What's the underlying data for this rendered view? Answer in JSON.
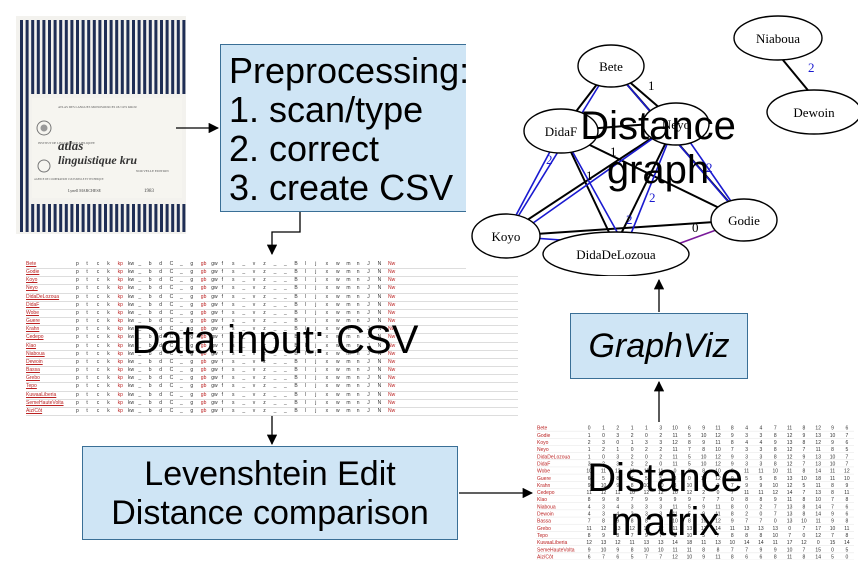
{
  "book_cover": {
    "title_line1": "atlas",
    "title_line2": "linguistique kru",
    "edition": "NOUVELLE EDITION",
    "author": "Lynell MARCHESE",
    "year": "1983",
    "header_text": "ATLAS DES LANGUES MONOSOURCES OU LES KROU",
    "institute_text": "INSTITUT DE LINGUISTIQUE APPLIQUEE",
    "agency_text": "AGENCE DE COOPERATION CULTURELLE ET TECHNIQUE"
  },
  "preprocessing": {
    "title": "Preprocessing:",
    "step1": "1. scan/type",
    "step2": "2. correct",
    "step3": "3. create CSV"
  },
  "data_input": {
    "label": "Data input: CSV"
  },
  "levenshtein": {
    "line1": "Levenshtein Edit",
    "line2": "Distance comparison"
  },
  "distance_matrix": {
    "line1": "Distance",
    "line2": "matrix"
  },
  "graphviz": {
    "label": "GraphViz"
  },
  "distance_graph": {
    "label_line1": "Distance",
    "label_line2": "graph",
    "nodes": [
      "Bete",
      "DidaF",
      "Neyo",
      "Godie",
      "DidaDeLozoua",
      "Koyo",
      "Niaboua",
      "Dewoin"
    ],
    "edge_labels": [
      "1",
      "1",
      "1",
      "2",
      "2",
      "2",
      "0",
      "2",
      "2"
    ]
  },
  "csv_rows": [
    "Bete",
    "Godie",
    "Koyo",
    "Neyo",
    "DidaDeLozoua",
    "DidaF",
    "Wobe",
    "Guere",
    "Krahn",
    "Cedepo",
    "Klao",
    "Niaboua",
    "Dewoin",
    "Bassa",
    "Grebo",
    "Tepo",
    "KuwaaLiberia",
    "SemeHauteVolta",
    "AizíCôt"
  ],
  "csv_cells": [
    "p",
    "t",
    "c",
    "k",
    "kp",
    "kw",
    "_",
    "b",
    "d",
    "C",
    "_",
    "g",
    "gb",
    "gw",
    "f",
    "s",
    "_",
    "v",
    "z",
    "_",
    "_",
    "B",
    "l",
    "j",
    "x",
    "w",
    "m",
    "n",
    "J",
    "N",
    "Nw"
  ],
  "matrix_rows": [
    "Bete",
    "Godie",
    "Koyo",
    "Neyo",
    "DidaDeLozoua",
    "DidaF",
    "Wobe",
    "Guere",
    "Krahn",
    "Cedepo",
    "Klao",
    "Niaboua",
    "Dewoin",
    "Bassa",
    "Grebo",
    "Tepo",
    "KuwaaLiberia",
    "SemeHauteVolta",
    "AizíCôt"
  ],
  "matrix_values": [
    [
      0,
      1,
      2,
      1,
      1,
      3,
      10,
      6,
      9,
      11,
      8,
      4,
      4,
      7,
      11,
      8,
      12,
      9,
      6
    ],
    [
      1,
      0,
      3,
      2,
      0,
      2,
      11,
      5,
      10,
      12,
      9,
      3,
      3,
      8,
      12,
      9,
      13,
      10,
      7
    ],
    [
      2,
      3,
      0,
      1,
      3,
      3,
      12,
      8,
      9,
      11,
      8,
      4,
      4,
      9,
      13,
      8,
      12,
      9,
      6
    ],
    [
      1,
      2,
      1,
      0,
      2,
      2,
      11,
      7,
      8,
      10,
      7,
      3,
      3,
      8,
      12,
      7,
      11,
      8,
      5
    ],
    [
      1,
      0,
      3,
      2,
      0,
      2,
      11,
      5,
      10,
      12,
      9,
      3,
      3,
      8,
      12,
      9,
      13,
      10,
      7
    ],
    [
      3,
      2,
      3,
      2,
      2,
      0,
      11,
      5,
      10,
      12,
      9,
      3,
      3,
      8,
      12,
      7,
      13,
      10,
      7
    ],
    [
      10,
      11,
      12,
      11,
      11,
      11,
      0,
      8,
      8,
      10,
      9,
      11,
      11,
      10,
      11,
      8,
      14,
      11,
      12
    ],
    [
      6,
      5,
      8,
      7,
      5,
      5,
      8,
      0,
      10,
      12,
      9,
      5,
      5,
      8,
      13,
      10,
      18,
      11,
      10
    ],
    [
      9,
      10,
      9,
      8,
      10,
      10,
      8,
      10,
      0,
      2,
      7,
      9,
      9,
      10,
      12,
      5,
      11,
      8,
      9
    ],
    [
      11,
      12,
      11,
      10,
      12,
      12,
      10,
      12,
      2,
      0,
      7,
      11,
      11,
      12,
      14,
      7,
      13,
      8,
      11
    ],
    [
      8,
      9,
      8,
      7,
      9,
      9,
      9,
      9,
      7,
      7,
      0,
      8,
      8,
      9,
      11,
      8,
      10,
      7,
      8
    ],
    [
      4,
      3,
      4,
      3,
      3,
      3,
      11,
      5,
      9,
      11,
      8,
      0,
      2,
      7,
      13,
      8,
      14,
      7,
      6
    ],
    [
      4,
      3,
      4,
      3,
      3,
      3,
      11,
      5,
      9,
      11,
      8,
      2,
      0,
      7,
      13,
      8,
      14,
      9,
      6
    ],
    [
      7,
      8,
      9,
      8,
      8,
      8,
      10,
      8,
      10,
      12,
      9,
      7,
      7,
      0,
      13,
      10,
      11,
      9,
      8
    ],
    [
      11,
      12,
      13,
      12,
      12,
      12,
      11,
      13,
      12,
      14,
      11,
      13,
      13,
      13,
      0,
      7,
      17,
      10,
      11
    ],
    [
      8,
      9,
      8,
      7,
      9,
      7,
      8,
      10,
      5,
      7,
      8,
      8,
      8,
      10,
      7,
      0,
      12,
      7,
      8
    ],
    [
      12,
      13,
      12,
      11,
      13,
      13,
      14,
      18,
      11,
      13,
      10,
      14,
      14,
      11,
      17,
      12,
      0,
      15,
      14
    ],
    [
      9,
      10,
      9,
      8,
      10,
      10,
      11,
      11,
      8,
      8,
      7,
      7,
      9,
      9,
      10,
      7,
      15,
      0,
      5
    ],
    [
      6,
      7,
      6,
      5,
      7,
      7,
      12,
      10,
      9,
      11,
      8,
      6,
      6,
      8,
      11,
      8,
      14,
      5,
      0
    ]
  ]
}
